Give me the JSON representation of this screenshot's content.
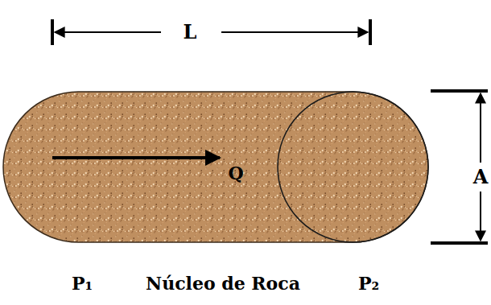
{
  "diagram": {
    "nodes": [
      {
        "text": [
          "Q"
        ]
      }
    ],
    "labels": [
      "L",
      "A",
      "P₁",
      "Núcleo de Roca",
      "P₂"
    ]
  }
}
